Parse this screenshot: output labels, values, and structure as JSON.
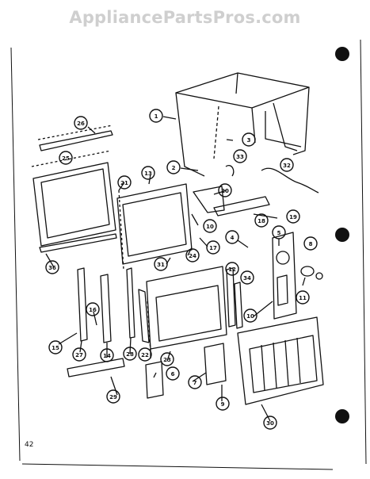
{
  "watermark": "AppliancePartsPros.com",
  "page_number": "42",
  "callouts": [
    "1",
    "3",
    "2",
    "33",
    "32",
    "20",
    "19",
    "10",
    "18",
    "26",
    "25",
    "21",
    "13",
    "17",
    "24",
    "31",
    "36",
    "4",
    "5",
    "8",
    "12",
    "34",
    "11",
    "10",
    "22",
    "23",
    "6",
    "7",
    "9",
    "30",
    "15",
    "14",
    "29",
    "27",
    "16",
    "28"
  ],
  "colors": {
    "line": "#111111",
    "paper": "#ffffff",
    "watermark": "#cfcfcf"
  }
}
